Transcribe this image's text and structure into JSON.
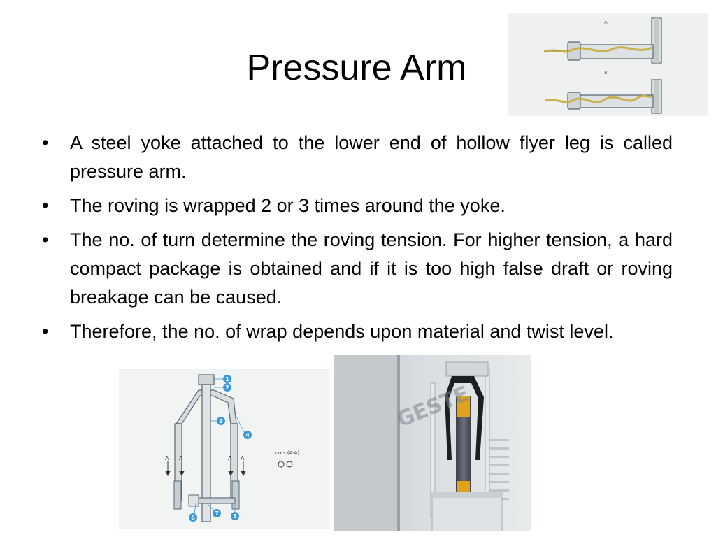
{
  "slide": {
    "title": "Pressure Arm",
    "bullets": [
      "A steel yoke attached to the lower end of hollow flyer leg is called pressure arm.",
      "The roving is wrapped 2 or 3 times around the yoke.",
      "The no. of turn determine the roving tension. For higher tension, a hard compact package is obtained and if it is too high false draft or roving breakage can be caused.",
      "Therefore, the no. of wrap depends upon material and twist level."
    ]
  },
  "figures": {
    "top_diagram": {
      "label_a": "A",
      "label_b": "B"
    },
    "yoke_diagram": {
      "callouts": [
        "1",
        "2",
        "3",
        "4",
        "5",
        "6",
        "7"
      ],
      "section_marks": [
        "A",
        "A",
        "A",
        "A"
      ],
      "cut_label": "cuts (A-A)"
    },
    "photo": {
      "watermark": "GESTE"
    }
  },
  "colors": {
    "callout": "#3a9ad9",
    "diagram_line": "#5a6670",
    "roving": "#c9b24a"
  }
}
